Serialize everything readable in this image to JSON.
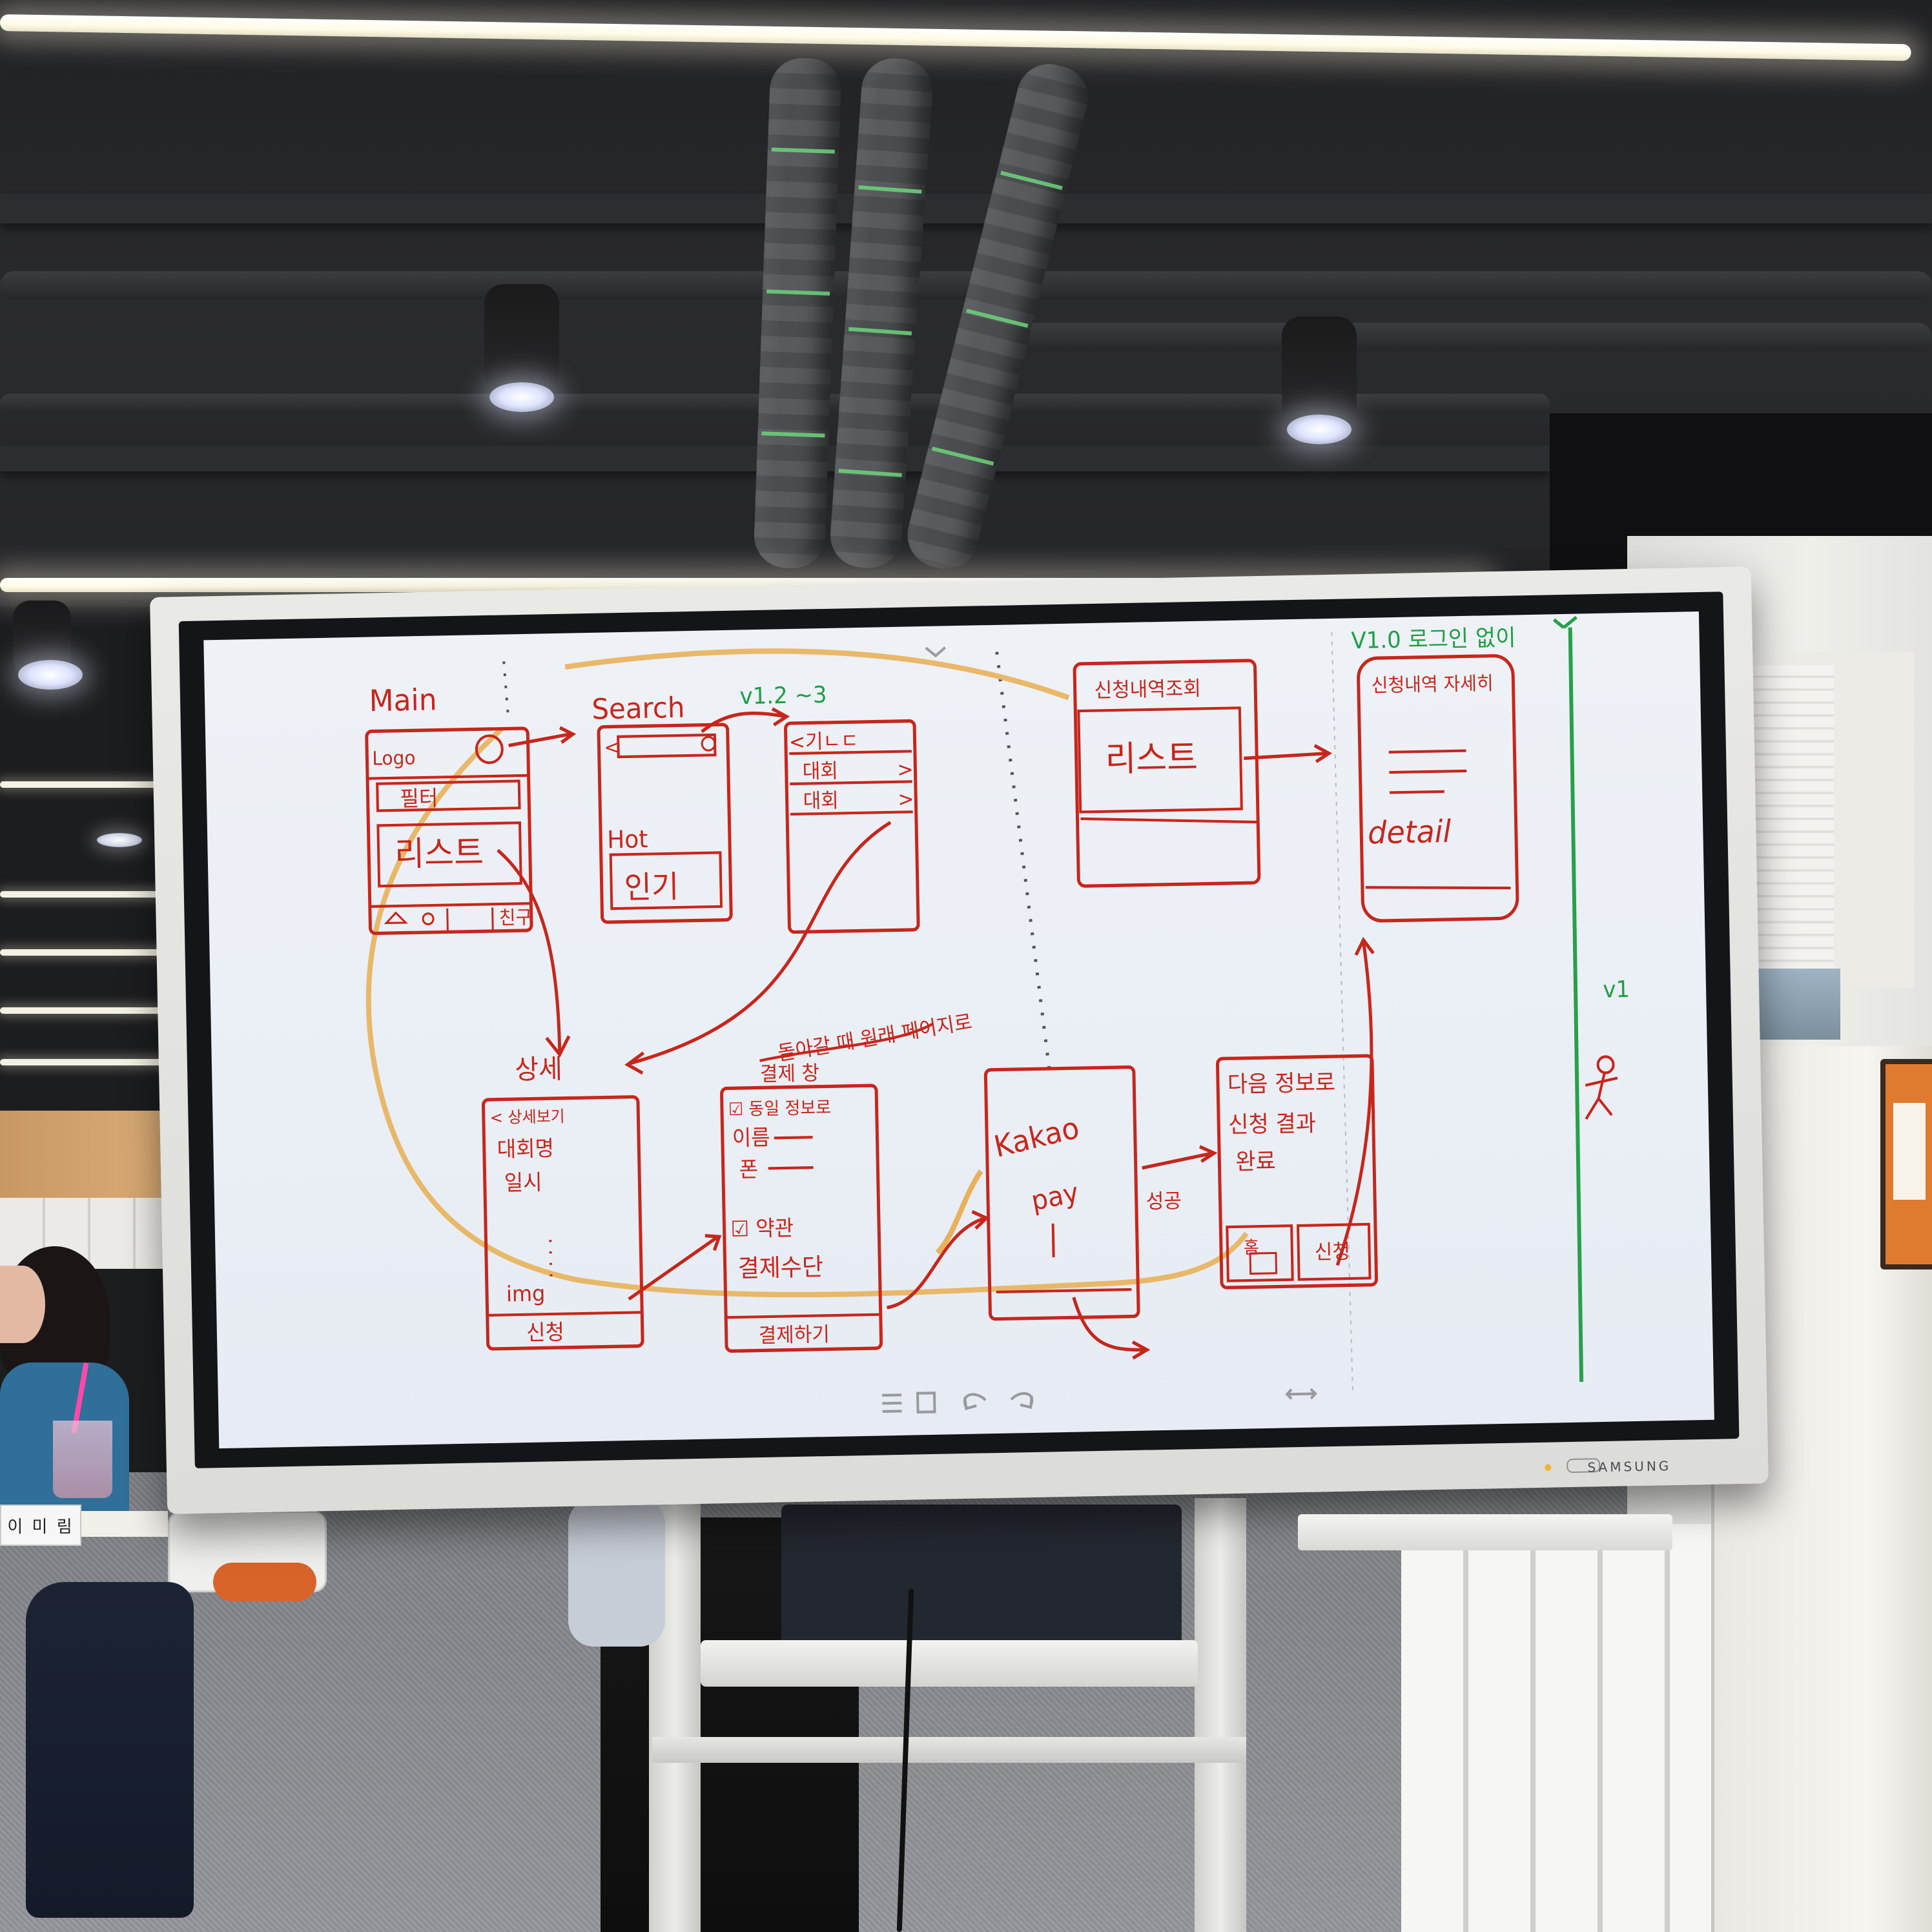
{
  "nameplate": "이 미 림",
  "device_brand": "SAMSUNG",
  "ink_colors": {
    "red": "#c7261c",
    "green": "#1f9e43",
    "yellow": "#e8b15a"
  },
  "board": {
    "main_label": "Main",
    "main_logo": "Logo",
    "main_filter": "필터",
    "main_list": "리스트",
    "main_chat": "친구",
    "search_label": "Search",
    "search_hot": "Hot",
    "search_popular": "인기",
    "version_12_3": "v1.2 ~3",
    "results_first": "<기ㄴㄷ",
    "results_row": "대회",
    "apply_history_title": "신청내역조회",
    "apply_history_list": "리스트",
    "login_version": "V1.0 로그인 없이",
    "apply_detail_title": "신청내역 자세히",
    "apply_detail_text": "detail",
    "detail_label": "상세",
    "detail_back": "< 상세보기",
    "detail_contest_name": "대회명",
    "detail_datetime": "일시",
    "detail_img": "img",
    "detail_apply": "신청",
    "back_note": "돌아갈 때 원래 페이지로",
    "payment_label": "결제 창",
    "payment_userinfo": "☑ 동일 정보로",
    "payment_name": "이름",
    "payment_phone": "폰",
    "payment_terms": "☑ 약관",
    "payment_method": "결제수단",
    "payment_button": "결제하기",
    "kakao": "Kakao",
    "pay": "pay",
    "success": "성공",
    "next_info_1": "다음 정보로",
    "next_info_2": "신청 결과",
    "next_info_3": "완료",
    "home_btn": "홈",
    "apply_btn": "신청",
    "edge_version": "v1"
  }
}
